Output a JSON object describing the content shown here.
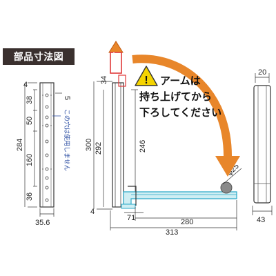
{
  "section_title": "部品寸法図",
  "warning": {
    "line1": "アームは",
    "line2": "持ち上げてから",
    "line3": "下ろしてください"
  },
  "notes": {
    "holes_not_used": "この穴は使用しません"
  },
  "dimensions": {
    "plate_top": "4",
    "plate_a": "38",
    "plate_b": "50",
    "plate_c": "160",
    "plate_d": "36",
    "plate_total": "284",
    "plate_width": "35.6",
    "plate_side": "5",
    "post_top": "34",
    "post_300": "300",
    "post_292": "292",
    "post_246": "246",
    "post_bottom": "4",
    "arm_71": "71",
    "arm_280": "280",
    "arm_313": "313",
    "rod_dia": "φ25",
    "side_top": "20",
    "side_bottom": "43"
  },
  "colors": {
    "arm_fill": "#cfeef3",
    "arm_stroke": "#2aa9c8",
    "arrow_orange": "#e8862a",
    "arrow_red": "#e03a3a",
    "warn_yellow": "#f5d400"
  }
}
